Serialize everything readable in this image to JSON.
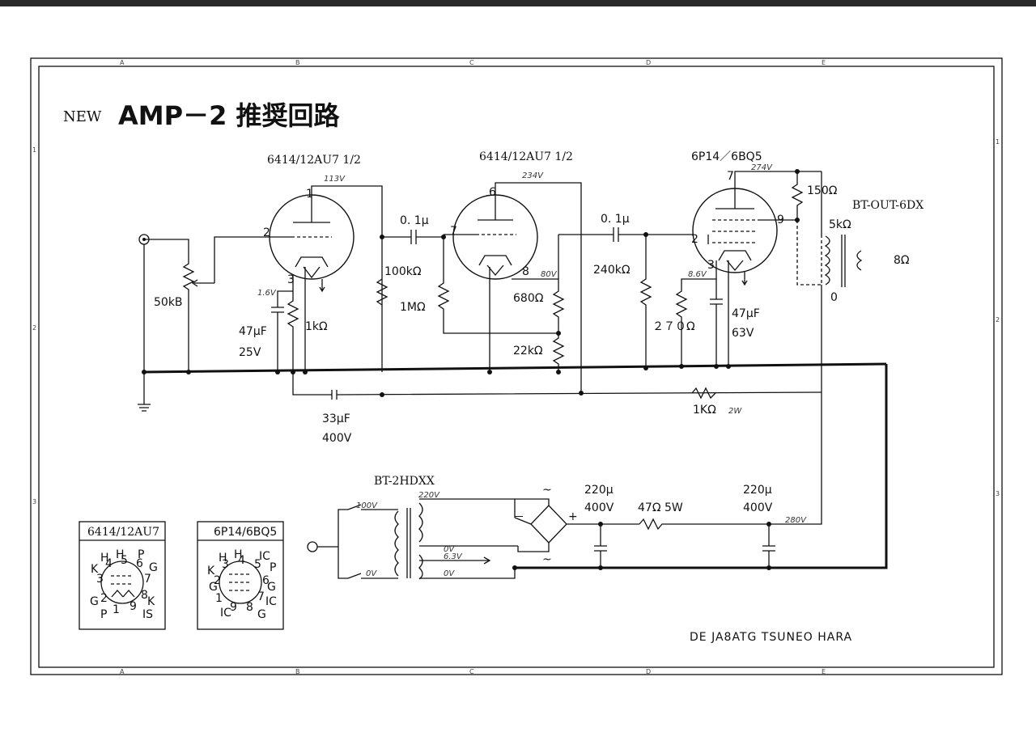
{
  "header": {
    "prefix": "NEW",
    "title": "AMP－2 推奨回路"
  },
  "border_grid": {
    "columns": [
      "A",
      "B",
      "C",
      "D",
      "E"
    ],
    "rows": [
      "1",
      "2",
      "3"
    ]
  },
  "tubes": {
    "v1": "6414/12AU7 1/2",
    "v2": "6414/12AU7 1/2",
    "v3": "6P14／6BQ5"
  },
  "pin_numbers": {
    "v1_plate": "1",
    "v1_grid": "2",
    "v1_cathode": "3",
    "v2_plate": "6",
    "v2_grid": "7",
    "v2_cathode": "8",
    "v3_plate": "7",
    "v3_screen": "9",
    "v3_grid": "2",
    "v3_cathode": "3"
  },
  "voltages": {
    "v1_plate": "113V",
    "v1_cathode": "1.6V",
    "v2_plate": "234V",
    "v2_cathode": "80V",
    "v3_plate": "274V",
    "v3_cathode": "8.6V",
    "b_plus": "280V"
  },
  "components": {
    "volume": "50kB",
    "c_v1_k": "47μF",
    "c_v1_k_v": "25V",
    "r_v1_k": "1kΩ",
    "c_couple1": "0. 1μ",
    "r_v1_plate": "100kΩ",
    "r_v2_grid": "1MΩ",
    "r_v2_k": "680Ω",
    "r_v2_k2": "22kΩ",
    "c_couple2": "0. 1μ",
    "r_v3_grid": "240kΩ",
    "r_v3_k": "２７０Ω",
    "c_v3_k": "47μF",
    "c_v3_k_v": "63V",
    "r_screen": "150Ω",
    "c_filter": "33μF",
    "c_filter_v": "400V",
    "r_drop": "1KΩ",
    "r_drop_w": "2W",
    "c_psu1": "220μ",
    "c_psu1_v": "400V",
    "r_psu": "47Ω 5W",
    "c_psu2": "220μ",
    "c_psu2_v": "400V"
  },
  "transformers": {
    "output": "BT-OUT-6DX",
    "output_primary": "5kΩ",
    "output_secondary": "8Ω",
    "output_zero": "0",
    "power": "BT-2HDXX",
    "mains_100": "100V",
    "mains_0": "0V",
    "sec_220": "220V",
    "sec_0": "0V",
    "sec_heater": "6.3V",
    "sec_0b": "0V"
  },
  "rectifier": {
    "ac1": "~",
    "ac2": "~",
    "neg": "－",
    "pos": "+"
  },
  "pinouts": {
    "tube1": {
      "title": "6414/12AU7",
      "pins": [
        "H",
        "H",
        "P",
        "G",
        "K",
        "P",
        "G",
        "K",
        "IS",
        "1",
        "2",
        "3",
        "4",
        "5",
        "6",
        "7",
        "8",
        "9"
      ]
    },
    "tube2": {
      "title": "6P14/6BQ5",
      "pins": [
        "H",
        "H",
        "IC",
        "K",
        "G",
        "P",
        "G",
        "IC",
        "IC",
        "G",
        "1",
        "2",
        "3",
        "4",
        "5",
        "6",
        "7",
        "8",
        "9"
      ]
    }
  },
  "footer": {
    "author": "DE JA8ATG TSUNEO HARA"
  }
}
